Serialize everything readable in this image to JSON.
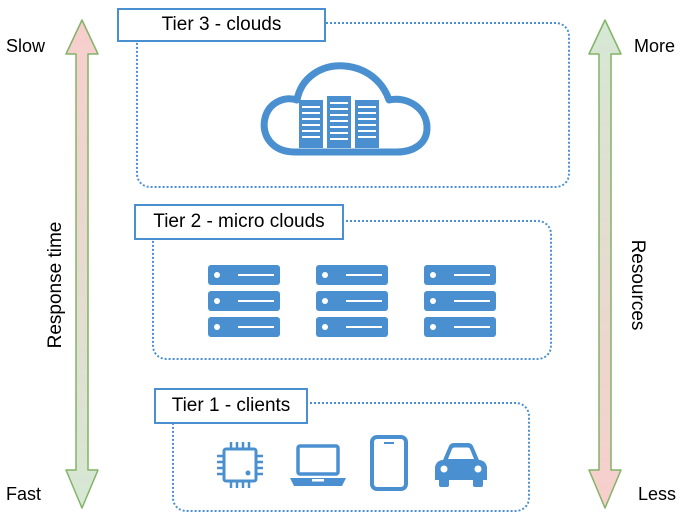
{
  "left_axis": {
    "top_label": "Slow",
    "bottom_label": "Fast",
    "title": "Response time"
  },
  "right_axis": {
    "top_label": "More",
    "bottom_label": "Less",
    "title": "Resources"
  },
  "tiers": [
    {
      "label": "Tier 3 - clouds",
      "icon": "cloud-datacenter-icon"
    },
    {
      "label": "Tier 2 - micro clouds",
      "icon": "server-rack-icon"
    },
    {
      "label": "Tier 1 - clients",
      "icons": [
        "chip-icon",
        "laptop-icon",
        "tablet-icon",
        "car-icon"
      ]
    }
  ],
  "colors": {
    "accent": "#4a90d0",
    "arrow_green": "#d5e8d4",
    "arrow_red": "#f8cecc",
    "arrow_border": "#82b366"
  }
}
